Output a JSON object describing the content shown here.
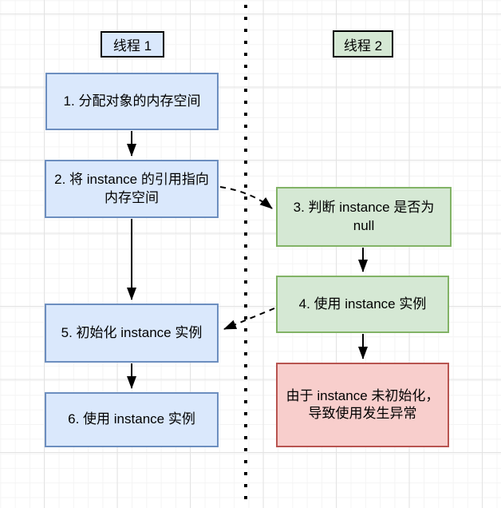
{
  "diagram": {
    "type": "flowchart",
    "topic": "instance reordering / uninitialized singleton across two threads",
    "lanes": [
      {
        "id": "thread1",
        "label": "线程 1",
        "color_fill": "#dae8fc",
        "color_border": "#6c8ebf"
      },
      {
        "id": "thread2",
        "label": "线程 2",
        "color_fill": "#d5e8d4",
        "color_border": "#82b366"
      }
    ],
    "nodes": [
      {
        "id": "n1",
        "lane": "线程 1",
        "label": "1. 分配对象的内存空间",
        "fill": "#dae8fc",
        "border": "#6c8ebf"
      },
      {
        "id": "n2",
        "lane": "线程 1",
        "label": "2. 将 instance 的引用指向内存空间",
        "fill": "#dae8fc",
        "border": "#6c8ebf"
      },
      {
        "id": "n3",
        "lane": "线程 2",
        "label": "3. 判断 instance 是否为 null",
        "fill": "#d5e8d4",
        "border": "#82b366"
      },
      {
        "id": "n4",
        "lane": "线程 2",
        "label": "4. 使用 instance 实例",
        "fill": "#d5e8d4",
        "border": "#82b366"
      },
      {
        "id": "n5",
        "lane": "线程 1",
        "label": "5. 初始化 instance 实例",
        "fill": "#dae8fc",
        "border": "#6c8ebf"
      },
      {
        "id": "n6",
        "lane": "线程 1",
        "label": "6. 使用 instance 实例",
        "fill": "#dae8fc",
        "border": "#6c8ebf"
      },
      {
        "id": "n7",
        "lane": "线程 2",
        "label": "由于 instance 未初始化，导致使用发生异常",
        "fill": "#f8cecc",
        "border": "#b85450"
      }
    ],
    "edges": [
      {
        "from": "n1",
        "to": "n2",
        "style": "solid"
      },
      {
        "from": "n2",
        "to": "n5",
        "style": "solid"
      },
      {
        "from": "n5",
        "to": "n6",
        "style": "solid"
      },
      {
        "from": "n3",
        "to": "n4",
        "style": "solid"
      },
      {
        "from": "n4",
        "to": "n7",
        "style": "solid"
      },
      {
        "from": "n2",
        "to": "n3",
        "style": "dashed"
      },
      {
        "from": "n4",
        "to": "n5",
        "style": "dashed"
      }
    ],
    "divider_style": "vertical dotted line",
    "arrow_color": "#000000"
  }
}
